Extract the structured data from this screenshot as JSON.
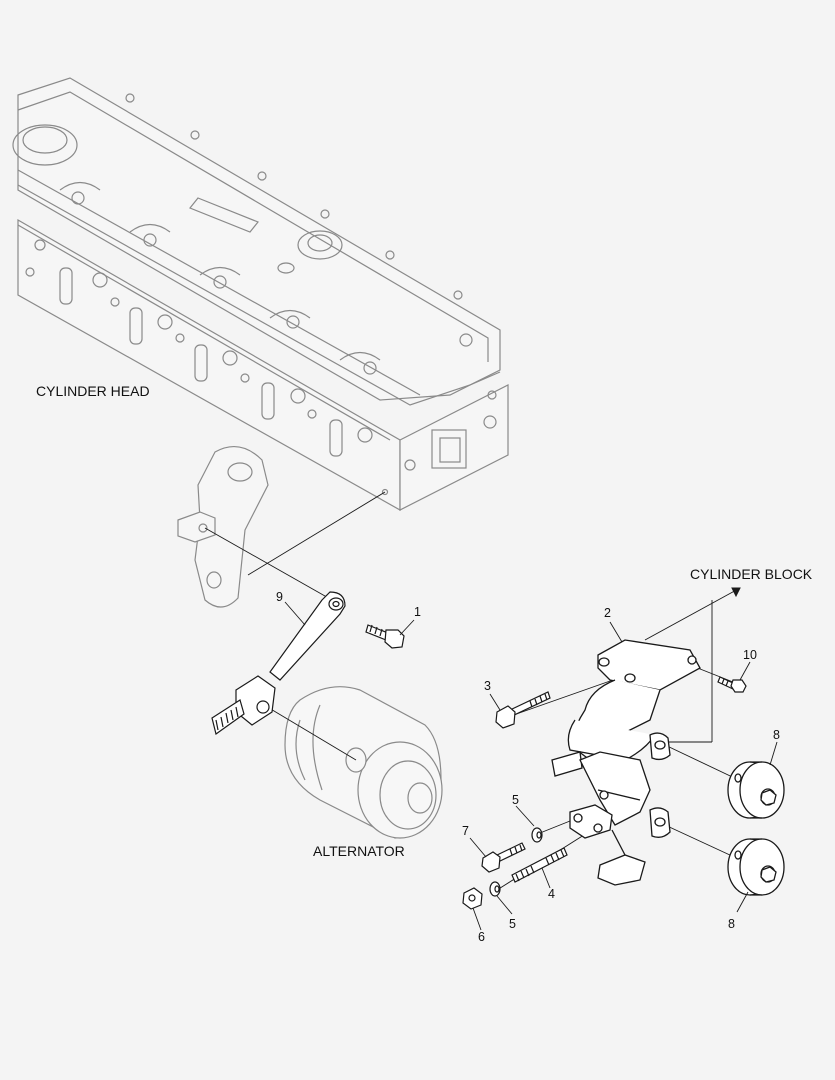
{
  "labels": {
    "cylinder_head": "CYLINDER HEAD",
    "cylinder_block": "CYLINDER BLOCK",
    "alternator": "ALTERNATOR"
  },
  "callouts": {
    "c1": "1",
    "c2": "2",
    "c3": "3",
    "c4": "4",
    "c5a": "5",
    "c5b": "5",
    "c6": "6",
    "c7": "7",
    "c8a": "8",
    "c8b": "8",
    "c9": "9",
    "c10": "10"
  },
  "colors": {
    "line": "#1a1a1a",
    "ghost": "#8a8a8a",
    "background": "#f4f4f4"
  }
}
